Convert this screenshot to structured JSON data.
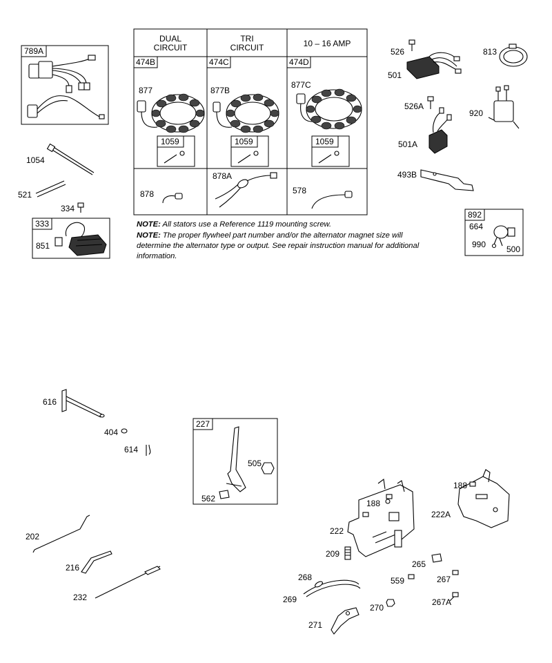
{
  "table": {
    "columns": [
      {
        "header_line1": "DUAL",
        "header_line2": "CIRCUIT",
        "kit": "474B",
        "stator": "877",
        "hardware": "1059",
        "bottom_part": "878"
      },
      {
        "header_line1": "TRI",
        "header_line2": "CIRCUIT",
        "kit": "474C",
        "stator": "877B",
        "hardware": "1059",
        "bottom_part": "878A"
      },
      {
        "header_line1": "10 – 16 AMP",
        "header_line2": "",
        "kit": "474D",
        "stator": "877C",
        "hardware": "1059",
        "bottom_part": "578"
      }
    ]
  },
  "notes": [
    {
      "prefix": "NOTE:",
      "text": "All stators use a Reference 1119  mounting screw."
    },
    {
      "prefix": "NOTE:",
      "text": "The proper flywheel part number and/or the alternator magnet size will determine the alternator type or output. See repair instruction manual for additional information."
    }
  ],
  "boxes": {
    "harness": "789A",
    "module": "333",
    "switch": "892",
    "lever": "227"
  },
  "labels": {
    "p1054": "1054",
    "p521": "521",
    "p334": "334",
    "p851": "851",
    "p526": "526",
    "p501": "501",
    "p813": "813",
    "p526A": "526A",
    "p501A": "501A",
    "p920": "920",
    "p493B": "493B",
    "p664": "664",
    "p990": "990",
    "p500": "500",
    "p616": "616",
    "p404": "404",
    "p614": "614",
    "p505": "505",
    "p562": "562",
    "p202": "202",
    "p216": "216",
    "p232": "232",
    "p188a": "188",
    "p188b": "188",
    "p222": "222",
    "p222A": "222A",
    "p209": "209",
    "p268": "268",
    "p269": "269",
    "p270": "270",
    "p271": "271",
    "p265": "265",
    "p559": "559",
    "p267": "267",
    "p267A": "267A"
  }
}
